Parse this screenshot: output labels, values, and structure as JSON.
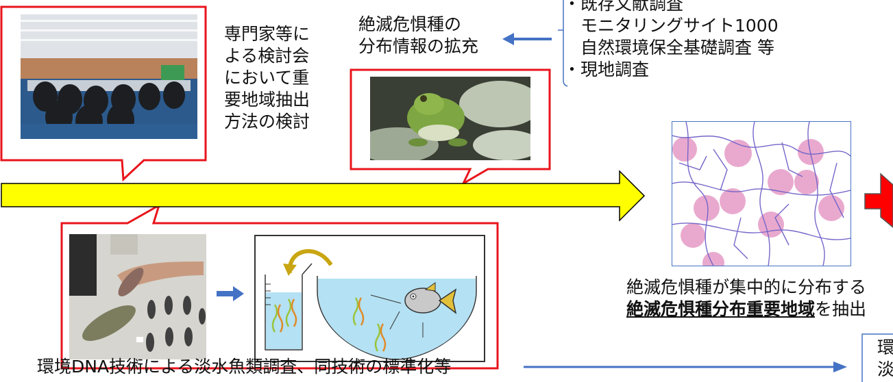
{
  "colors": {
    "callout_border": "#e8141c",
    "main_arrow_fill": "#ffff00",
    "main_arrow_stroke": "#000000",
    "blue_arrow": "#4472c4",
    "red_arrow": "#ff0000",
    "map_circle": "#e59ac6",
    "map_river": "#7466c9",
    "water": "#b4e1f3"
  },
  "top_left": {
    "caption_lines": [
      "専門家等に",
      "よる検討会",
      "において重",
      "要地域抽出",
      "方法の検討"
    ],
    "photo_icon": "meeting-room-photo"
  },
  "top_middle": {
    "caption_lines": [
      "絶滅危惧種の",
      "分布情報の拡充"
    ],
    "photo_icon": "frog-photo"
  },
  "sources": {
    "lines": [
      "・既存文献調査",
      "　モニタリングサイト1000",
      "　自然環境保全基礎調査 等",
      "・現地調査"
    ]
  },
  "map": {
    "caption_line1": "絶滅危惧種が集中的に分布する",
    "caption_line2_bold": "絶滅危惧種分布重要地域",
    "caption_line2_rest": "を抽出"
  },
  "bottom": {
    "caption": "環境DNA技術による淡水魚類調査、同技術の標準化等",
    "photo_icon": "fish-specimens-photo",
    "diagram_icon": "environmental-dna-diagram"
  },
  "right_box": {
    "lines": [
      "環",
      "淡"
    ]
  }
}
